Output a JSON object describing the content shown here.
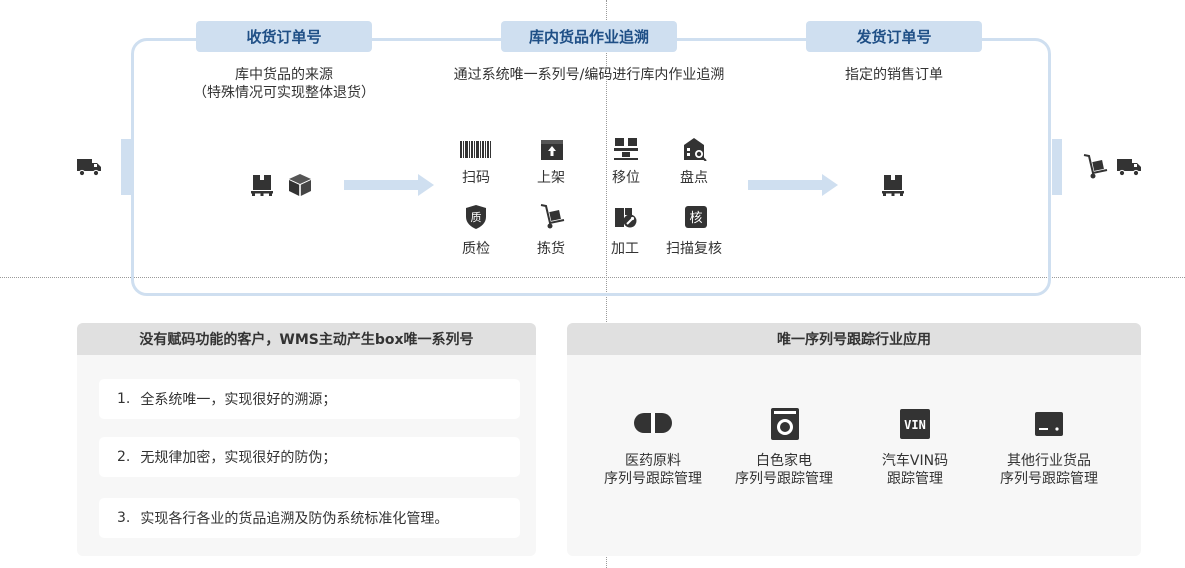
{
  "stages": {
    "receive": {
      "title": "收货订单号",
      "desc_line1": "库中货品的来源",
      "desc_line2": "（特殊情况可实现整体退货）"
    },
    "warehouse": {
      "title": "库内货品作业追溯",
      "desc": "通过系统唯一系列号/编码进行库内作业追溯"
    },
    "ship": {
      "title": "发货订单号",
      "desc": "指定的销售订单"
    }
  },
  "operations": [
    {
      "label": "扫码",
      "icon": "barcode-icon"
    },
    {
      "label": "上架",
      "icon": "shelve-box-icon"
    },
    {
      "label": "移位",
      "icon": "relocate-icon"
    },
    {
      "label": "盘点",
      "icon": "inventory-check-icon"
    },
    {
      "label": "质检",
      "icon": "quality-shield-icon"
    },
    {
      "label": "拣货",
      "icon": "hand-truck-icon"
    },
    {
      "label": "加工",
      "icon": "processing-icon"
    },
    {
      "label": "扫描复核",
      "icon": "verify-icon"
    }
  ],
  "left_panel": {
    "title": "没有赋码功能的客户，WMS主动产生box唯一系列号",
    "items": [
      {
        "num": "1.",
        "text": "全系统唯一，实现很好的溯源；"
      },
      {
        "num": "2.",
        "text": "无规律加密，实现很好的防伪；"
      },
      {
        "num": "3.",
        "text": "实现各行各业的货品追溯及防伪系统标准化管理。"
      }
    ]
  },
  "right_panel": {
    "title": "唯一序列号跟踪行业应用",
    "apps": [
      {
        "line1": "医药原料",
        "line2": "序列号跟踪管理",
        "icon": "pill-icon"
      },
      {
        "line1": "白色家电",
        "line2": "序列号跟踪管理",
        "icon": "washing-machine-icon"
      },
      {
        "line1": "汽车VIN码",
        "line2": "跟踪管理",
        "icon": "vin-icon",
        "icon_text": "VIN"
      },
      {
        "line1": "其他行业货品",
        "line2": "序列号跟踪管理",
        "icon": "device-icon"
      }
    ]
  },
  "colors": {
    "accent_light": "#cfdff0",
    "title_blue": "#1f4f86",
    "icon_dark": "#333333",
    "panel_bg": "#f7f7f7",
    "panel_header": "#e0e0e0"
  }
}
